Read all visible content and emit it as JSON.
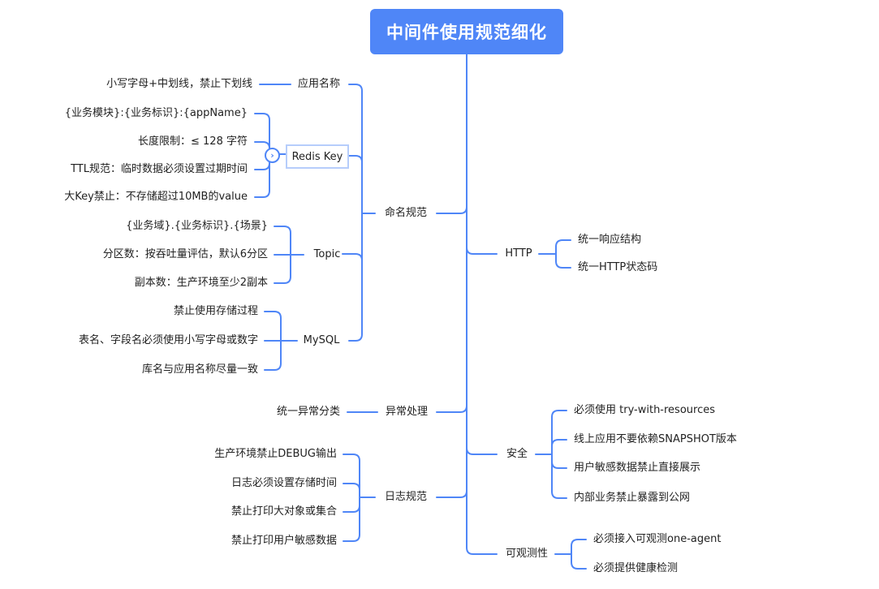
{
  "root": {
    "title": "中间件使用规范细化"
  },
  "colors": {
    "accent": "#4f86f7",
    "node_border": "#b6cdfb"
  },
  "left": {
    "naming": {
      "label": "命名规范",
      "app_name": {
        "label": "应用名称",
        "items": [
          "小写字母+中划线，禁止下划线"
        ]
      },
      "redis_key": {
        "label": "Redis Key",
        "toggle_icon": "chevron-right-icon",
        "items": [
          "{业务模块}:{业务标识}:{appName}",
          "长度限制：≤ 128 字符",
          "TTL规范：临时数据必须设置过期时间",
          "大Key禁止：不存储超过10MB的value"
        ]
      },
      "topic": {
        "label": "Topic",
        "items": [
          "{业务域}.{业务标识}.{场景}",
          "分区数：按吞吐量评估，默认6分区",
          "副本数：生产环境至少2副本"
        ]
      },
      "mysql": {
        "label": "MySQL",
        "items": [
          "禁止使用存储过程",
          "表名、字段名必须使用小写字母或数字",
          "库名与应用名称尽量一致"
        ]
      }
    },
    "exception": {
      "label": "异常处理",
      "items": [
        "统一异常分类"
      ]
    },
    "logging": {
      "label": "日志规范",
      "items": [
        "生产环境禁止DEBUG输出",
        "日志必须设置存储时间",
        "禁止打印大对象或集合",
        "禁止打印用户敏感数据"
      ]
    }
  },
  "right": {
    "http": {
      "label": "HTTP",
      "items": [
        "统一响应结构",
        "统一HTTP状态码"
      ]
    },
    "security": {
      "label": "安全",
      "items": [
        "必须使用 try-with-resources",
        "线上应用不要依赖SNAPSHOT版本",
        "用户敏感数据禁止直接展示",
        "内部业务禁止暴露到公网"
      ]
    },
    "observability": {
      "label": "可观测性",
      "items": [
        "必须接入可观测one-agent",
        "必须提供健康检测"
      ]
    }
  }
}
